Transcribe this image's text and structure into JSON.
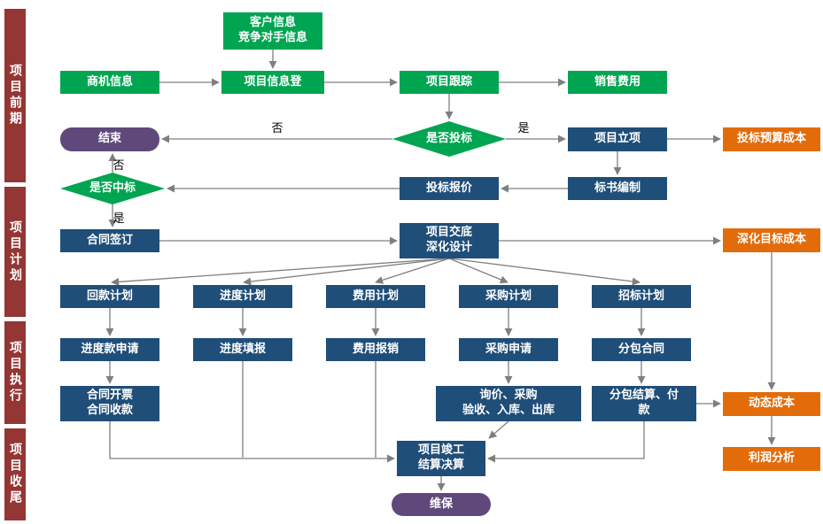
{
  "sidebar": {
    "phases": [
      {
        "label": "项目前期"
      },
      {
        "label": "项目计划"
      },
      {
        "label": "项目执行"
      },
      {
        "label": "项目收尾"
      }
    ]
  },
  "nodes": {
    "customer_competitor_info": {
      "label": "客户信息\n竞争对手信息"
    },
    "opportunity_info": {
      "label": "商机信息"
    },
    "project_info_register": {
      "label": "项目信息登"
    },
    "project_tracking": {
      "label": "项目跟踪"
    },
    "sales_expense": {
      "label": "销售费用"
    },
    "end": {
      "label": "结束"
    },
    "bid_decision": {
      "label": "是否投标"
    },
    "project_approval": {
      "label": "项目立项"
    },
    "bid_budget_cost": {
      "label": "投标预算成本"
    },
    "win_decision": {
      "label": "是否中标"
    },
    "bid_quotation": {
      "label": "投标报价"
    },
    "bid_doc_preparation": {
      "label": "标书编制"
    },
    "contract_signing": {
      "label": "合同签订"
    },
    "project_briefing_design": {
      "label": "项目交底\n深化设计"
    },
    "refined_target_cost": {
      "label": "深化目标成本"
    },
    "payment_collection_plan": {
      "label": "回款计划"
    },
    "schedule_plan": {
      "label": "进度计划"
    },
    "expense_plan": {
      "label": "费用计划"
    },
    "procurement_plan": {
      "label": "采购计划"
    },
    "tendering_plan": {
      "label": "招标计划"
    },
    "progress_payment_request": {
      "label": "进度款申请"
    },
    "progress_reporting": {
      "label": "进度填报"
    },
    "expense_reimbursement": {
      "label": "费用报销"
    },
    "procurement_request": {
      "label": "采购申请"
    },
    "subcontract": {
      "label": "分包合同"
    },
    "contract_invoicing_collection": {
      "label": "合同开票\n合同收款"
    },
    "inquiry_procurement_warehouse": {
      "label": "询价、采购\n验收、入库、出库"
    },
    "subcontract_settlement_payment": {
      "label": "分包结算、付\n款"
    },
    "dynamic_cost": {
      "label": "动态成本"
    },
    "project_completion_settlement": {
      "label": "项目竣工\n结算决算"
    },
    "profit_analysis": {
      "label": "利润分析"
    },
    "maintenance": {
      "label": "维保"
    }
  },
  "edge_labels": {
    "bid_no": "否",
    "bid_yes": "是",
    "win_no": "否",
    "win_yes": "是"
  },
  "colors": {
    "green": "#00A551",
    "dark_blue": "#1F4E79",
    "orange": "#E36C0A",
    "purple": "#5F497A",
    "maroon": "#943634",
    "arrow": "#7F7F7F",
    "node_text": "#FFFFFF"
  }
}
